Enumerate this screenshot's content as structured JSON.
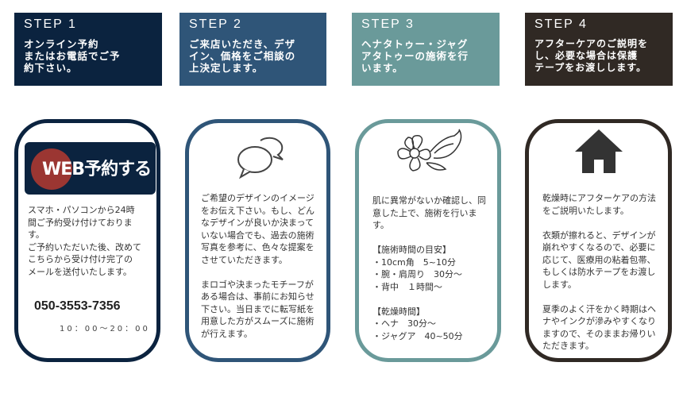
{
  "colors": {
    "step1": "#0b233f",
    "step2": "#2f5578",
    "step3": "#6a9a9a",
    "step4": "#302924",
    "web_circle": "#9b3632"
  },
  "steps": [
    {
      "step": "STEP 1",
      "title": "オンライン予約\nまたはお電話でご予\n約下さい。",
      "icon": "web-reserve-banner",
      "web_label": "WEB予約する",
      "body": "スマホ・パソコンから24時\n間ご予約受け付けておりま\nす。\nご予約いただいた後、改めて\nこちらから受け付け完了の\nメールを送付いたします。",
      "phone": "050-3553-7356",
      "hours": "10：00～20：00"
    },
    {
      "step": "STEP 2",
      "title": "ご来店いただき、デザ\nイン、価格をご相談の\n上決定します。",
      "icon": "chat-bubbles-icon",
      "body": "ご希望のデザインのイメージ\nをお伝え下さい。もし、どん\nなデザインが良いか決まって\nいない場合でも、過去の施術\n写真を参考に、色々な提案を\nさせていただきます。\n\nまロゴや決まったモチーフが\nある場合は、事前にお知らせ\n下さい。当日までに転写紙を\n用意した方がスムーズに施術\nが行えます。"
    },
    {
      "step": "STEP 3",
      "title": "ヘナタトゥー・ジャグ\nアタトゥーの施術を行\nいます。",
      "icon": "henna-flower-icon",
      "body": "肌に異常がないか確認し、同\n意した上で、施術を行いま\nす。\n\n【施術時間の目安】\n・10cm角　5~10分\n・腕・肩周り　30分～\n・背中　１時間～\n\n【乾燥時間】\n・ヘナ　30分～\n・ジャグア　40~50分"
    },
    {
      "step": "STEP 4",
      "title": "アフターケアのご説明を\nし、必要な場合は保護\nテープをお渡しします。",
      "icon": "house-icon",
      "body": "乾燥時にアフターケアの方法\nをご説明いたします。\n\n衣類が擦れると、デザインが\n崩れやすくなるので、必要に\n応じて、医療用の粘着包帯、\nもしくは防水テープをお渡し\nします。\n\n夏季のよく汗をかく時期はヘ\nナやインクが滲みやすくなり\nますので、そのままお帰りい\nただきます。"
    }
  ]
}
